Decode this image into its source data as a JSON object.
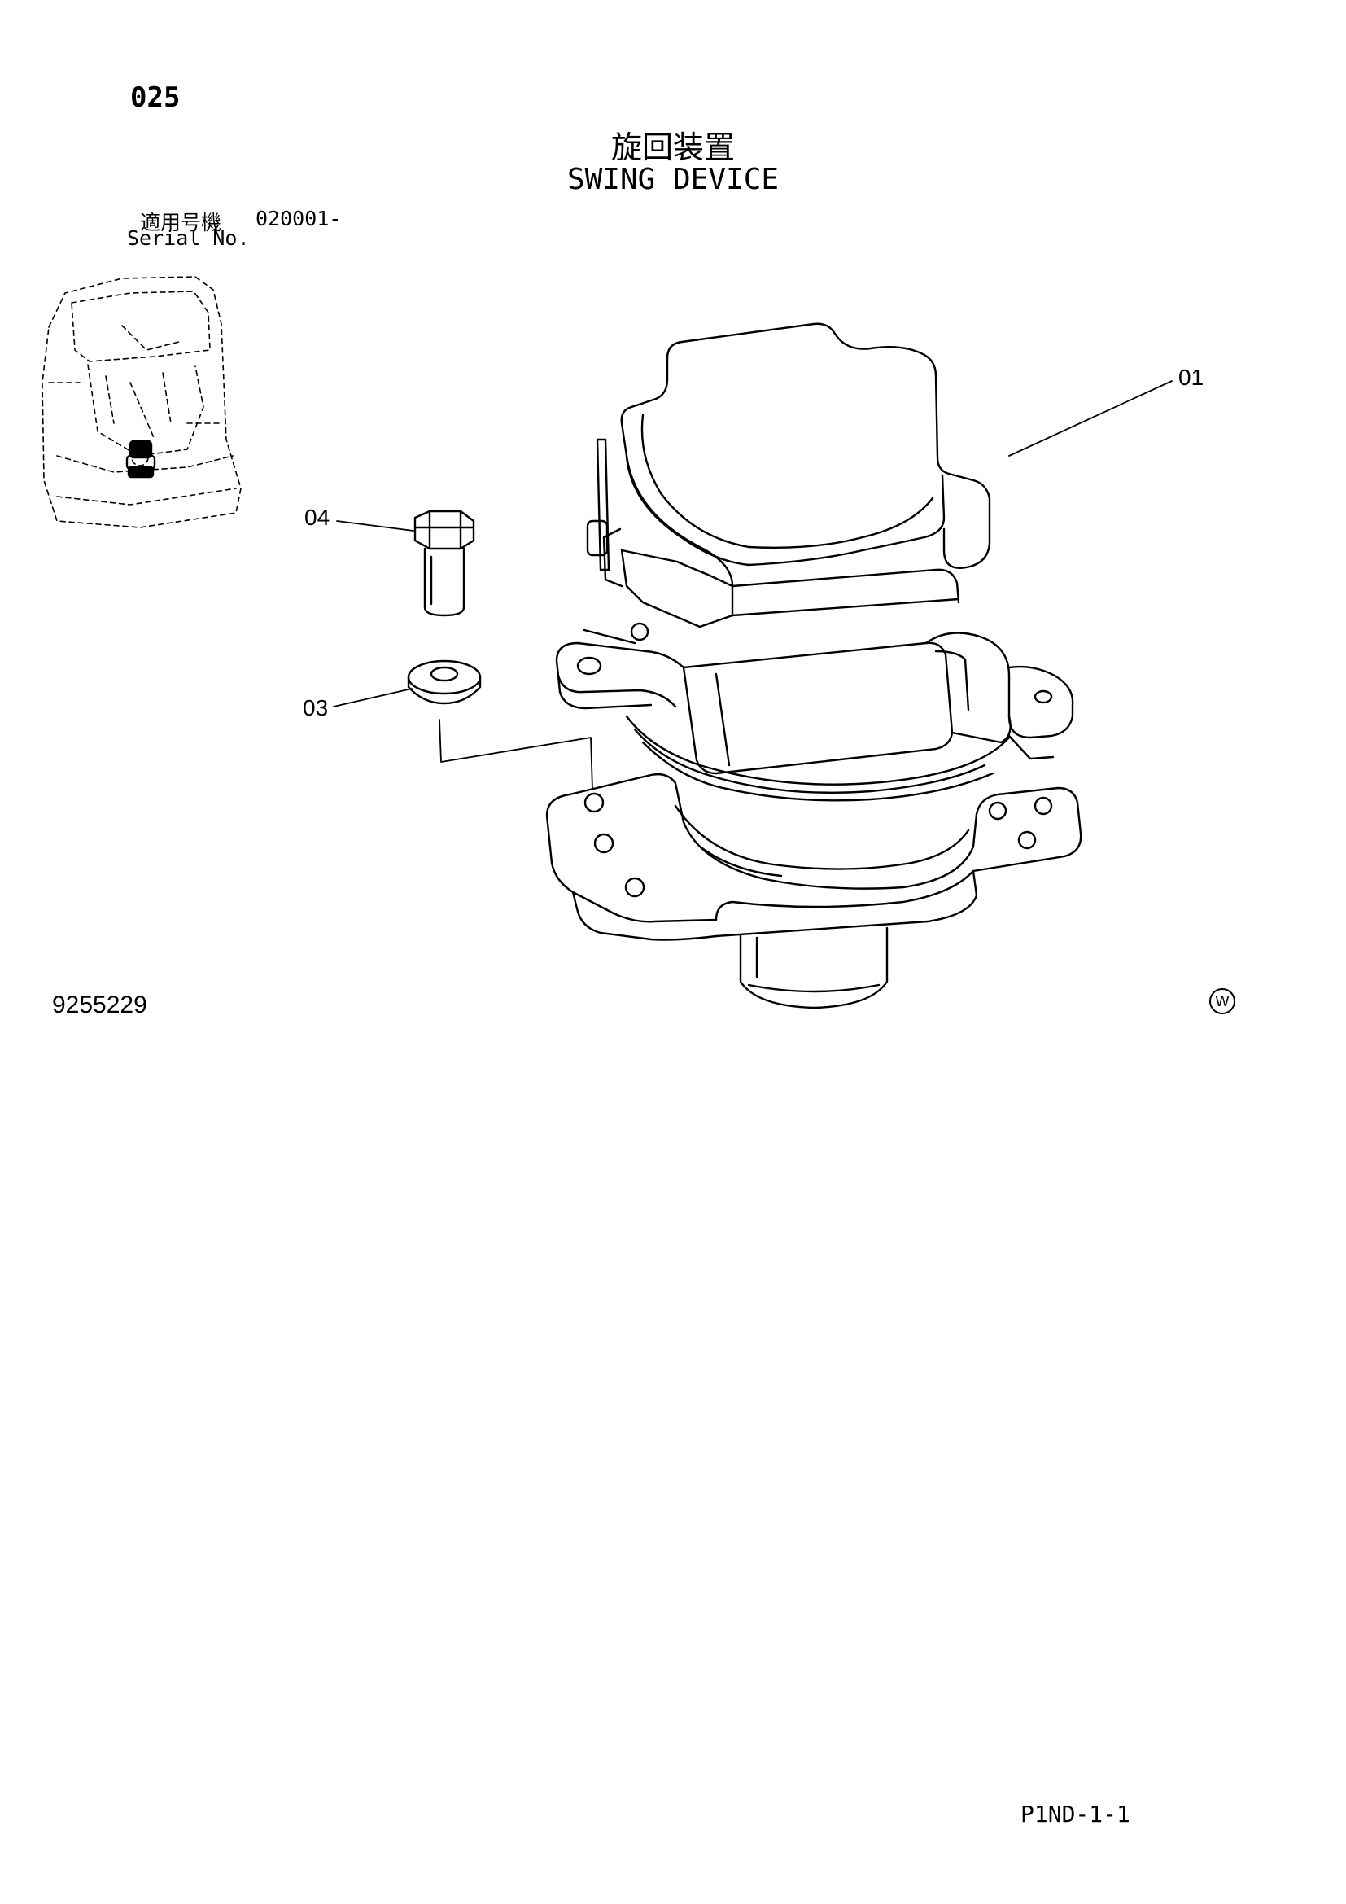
{
  "header": {
    "page_number": "025",
    "title_jp": "旋回装置",
    "title_en": "SWING DEVICE",
    "serial_label_jp": "適用号機",
    "serial_number": "020001-",
    "serial_label_en": "Serial No."
  },
  "callouts": {
    "part_01": "01",
    "part_03": "03",
    "part_04": "04"
  },
  "footer": {
    "drawing_number": "9255229",
    "mark": "W",
    "page_code": "P1ND-1-1"
  },
  "icons": {
    "locator_view": "machine-locator-icon",
    "swing_motor": "swing-motor-drawing",
    "bolt": "bolt-drawing",
    "washer": "washer-drawing"
  },
  "colors": {
    "line": "#000000",
    "background": "#ffffff"
  }
}
